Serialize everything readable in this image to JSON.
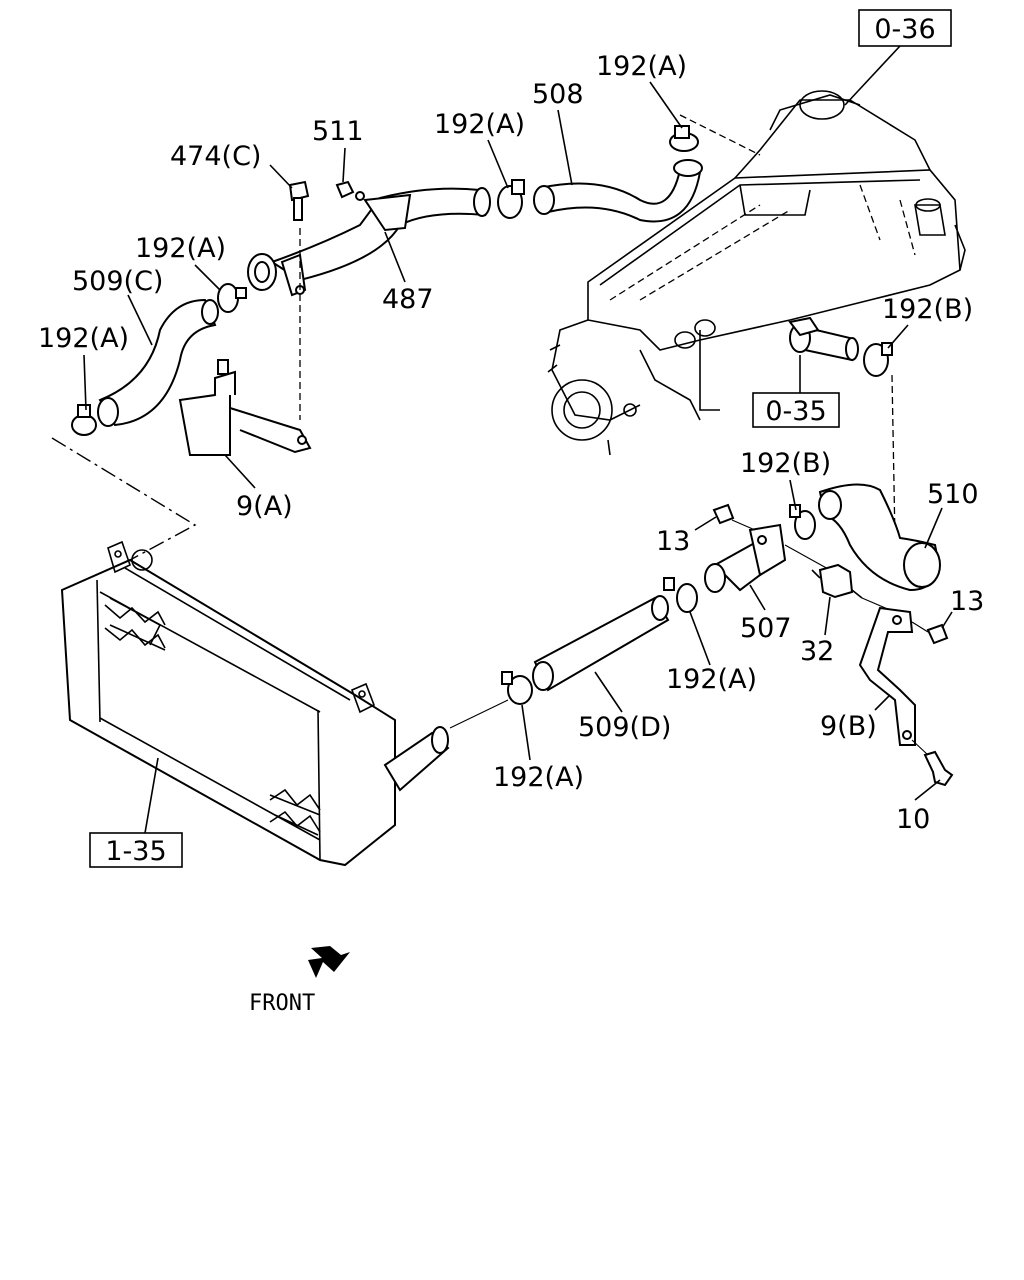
{
  "diagram": {
    "references": {
      "ref_0_36": "0-36",
      "ref_0_35": "0-35",
      "ref_1_35": "1-35"
    },
    "labels": {
      "l_192a_top": "192(A)",
      "l_508": "508",
      "l_192a_mid": "192(A)",
      "l_511": "511",
      "l_474c": "474(C)",
      "l_192a_left": "192(A)",
      "l_509c": "509(C)",
      "l_487": "487",
      "l_192a_far": "192(A)",
      "l_9a": "9(A)",
      "l_192b_right": "192(B)",
      "l_192b_center": "192(B)",
      "l_510": "510",
      "l_13_left": "13",
      "l_13_right": "13",
      "l_507": "507",
      "l_32": "32",
      "l_192a_507": "192(A)",
      "l_509d": "509(D)",
      "l_9b": "9(B)",
      "l_192a_bottom": "192(A)",
      "l_10": "10"
    },
    "front_label": "FRONT"
  }
}
